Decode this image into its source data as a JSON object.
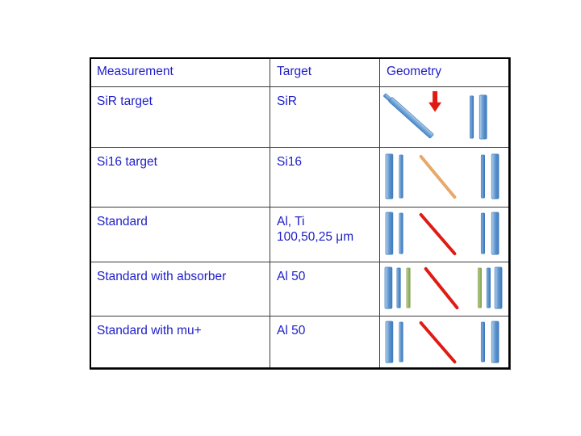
{
  "slide": {
    "background_color": "#ffffff",
    "text_color": "#2020c8",
    "border_color": "#000000"
  },
  "table": {
    "headers": {
      "measurement": "Measurement",
      "target": "Target",
      "geometry": "Geometry"
    },
    "rows": [
      {
        "measurement": "SiR target",
        "target": "SiR",
        "geometry": {
          "kind": "tilted-pair-with-arrow",
          "elements": [
            "thin-blue-diagonal-bar",
            "thick-blue-diagonal-bar",
            "red-down-arrow",
            "thin-blue-vertical-bar",
            "thick-blue-vertical-bar"
          ]
        }
      },
      {
        "measurement": "Si16 target",
        "target": "Si16",
        "geometry": {
          "kind": "detector-pair-with-beam",
          "beam_color": "#e8a86a",
          "elements": [
            "thick-blue-vertical-bar",
            "thin-blue-vertical-bar",
            "orange-diagonal-beam",
            "thin-blue-vertical-bar",
            "thick-blue-vertical-bar"
          ]
        }
      },
      {
        "measurement": "Standard",
        "target": "Al, Ti\n100,50,25 μm",
        "geometry": {
          "kind": "detector-pair-with-beam",
          "beam_color": "#e01b14",
          "elements": [
            "thick-blue-vertical-bar",
            "thin-blue-vertical-bar",
            "red-diagonal-beam",
            "thin-blue-vertical-bar",
            "thick-blue-vertical-bar"
          ]
        }
      },
      {
        "measurement": "Standard with absorber",
        "target": "Al 50",
        "geometry": {
          "kind": "detector-pair-with-absorber",
          "beam_color": "#e01b14",
          "absorber_color": "#9cb86a",
          "elements": [
            "thick-blue-vertical-bar",
            "thin-blue-vertical-bar",
            "green-absorber-bar",
            "red-diagonal-beam",
            "green-absorber-bar",
            "thin-blue-vertical-bar",
            "thick-blue-vertical-bar"
          ]
        }
      },
      {
        "measurement": "Standard with mu+",
        "target": "Al 50",
        "geometry": {
          "kind": "detector-pair-with-beam",
          "beam_color": "#e01b14",
          "elements": [
            "thick-blue-vertical-bar",
            "thin-blue-vertical-bar",
            "red-diagonal-beam",
            "thin-blue-vertical-bar",
            "thick-blue-vertical-bar"
          ]
        }
      }
    ]
  },
  "colors": {
    "text_blue": "#2020c8",
    "bar_blue_light": "#b6d0ea",
    "bar_blue_mid": "#5b92ce",
    "bar_blue_dark": "#2f6cab",
    "bar_outline": "#2e6ca8",
    "beam_red": "#e01b14",
    "beam_orange": "#e8a86a",
    "absorber_green": "#9cb86a",
    "border_dark": "#3a3a3a"
  }
}
